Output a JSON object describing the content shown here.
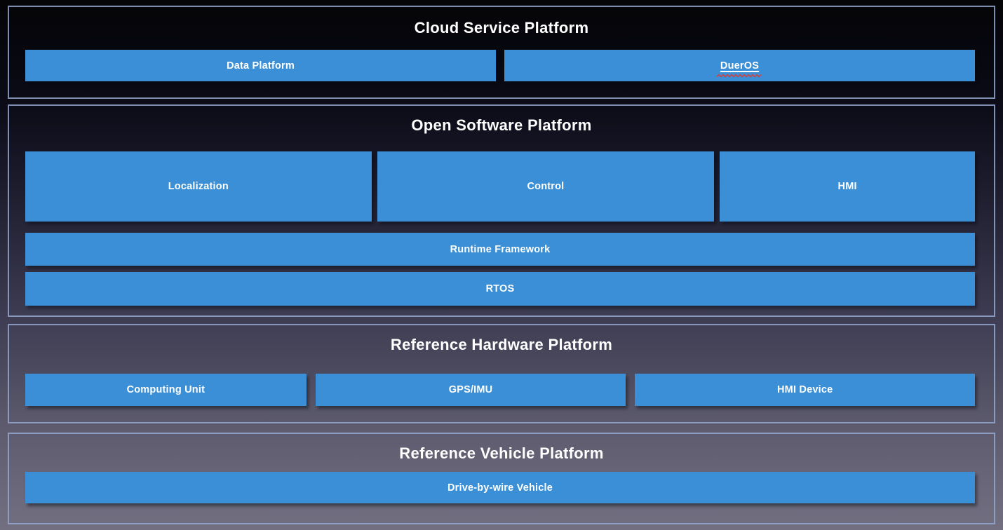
{
  "colors": {
    "accent_blue": "#3A8FD6",
    "section_border": "#94A7CF",
    "title_text": "#FFFFFF",
    "box_text": "#FFFFFF",
    "spellcheck_red": "#E03A2F"
  },
  "sections": [
    {
      "title": "Cloud Service Platform",
      "rows": [
        [
          {
            "label": "Data Platform"
          },
          {
            "label": "DuerOS",
            "underlined": true,
            "spellcheck_squiggle": true
          }
        ]
      ]
    },
    {
      "title": "Open Software Platform",
      "rows": [
        [
          {
            "label": "Localization"
          },
          {
            "label": "Control"
          },
          {
            "label": "HMI"
          }
        ],
        [
          {
            "label": "Runtime Framework"
          }
        ],
        [
          {
            "label": "RTOS"
          }
        ]
      ]
    },
    {
      "title": "Reference Hardware Platform",
      "rows": [
        [
          {
            "label": "Computing Unit"
          },
          {
            "label": "GPS/IMU"
          },
          {
            "label": "HMI Device"
          }
        ]
      ]
    },
    {
      "title": "Reference Vehicle Platform",
      "rows": [
        [
          {
            "label": "Drive-by-wire Vehicle"
          }
        ]
      ]
    }
  ]
}
